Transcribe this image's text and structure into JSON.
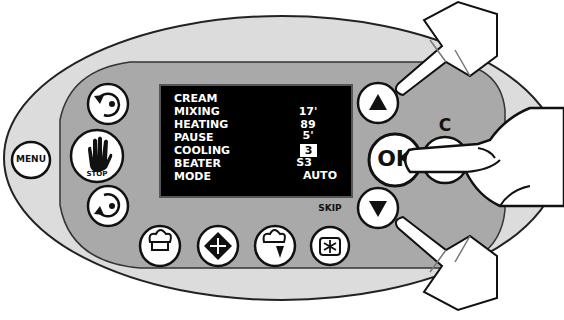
{
  "diagram": {
    "nodes": [
      {
        "text": [
          "CREAM",
          "MIXING",
          "17'",
          "HEATING",
          "89",
          "PAUSE",
          "5'",
          "COOLING",
          "3",
          "BEATER",
          "S3",
          "MODE",
          "AUTO"
        ]
      },
      {
        "text": [
          "MENU"
        ]
      },
      {
        "text": [
          "STOP"
        ]
      },
      {
        "text": [
          "OK"
        ]
      },
      {
        "text": [
          "C"
        ]
      },
      {
        "text": [
          "SKIP"
        ]
      }
    ]
  }
}
